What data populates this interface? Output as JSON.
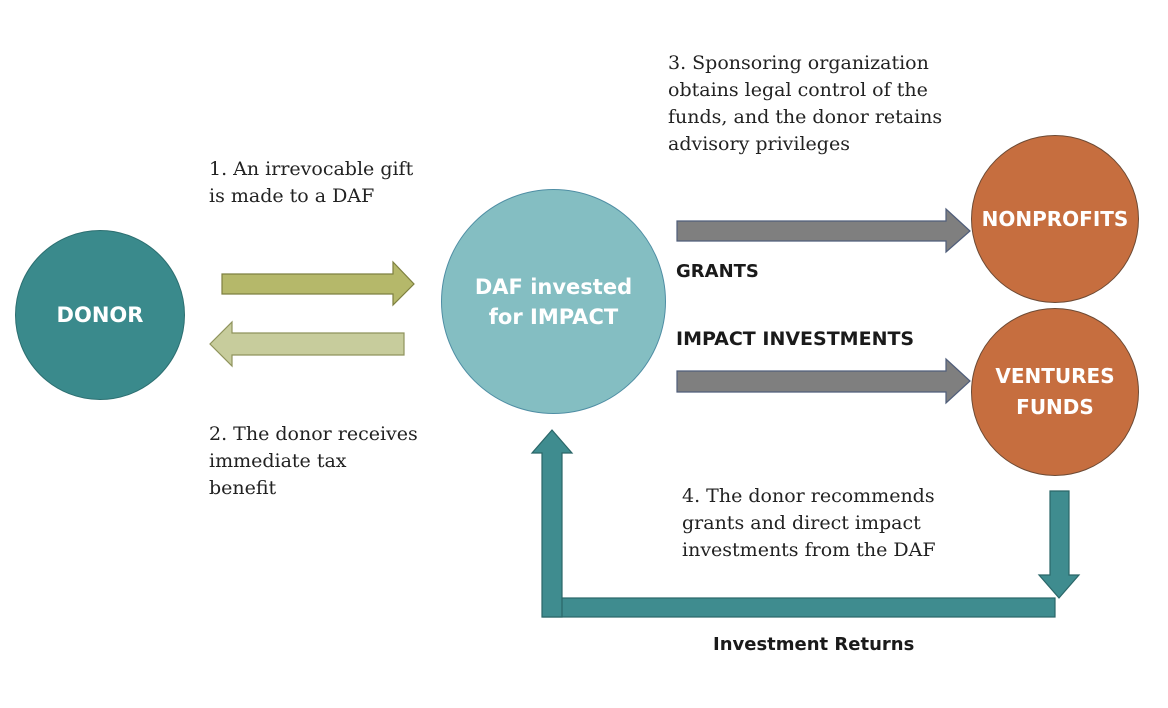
{
  "nodes": {
    "donor": "DONOR",
    "daf_line1": "DAF invested",
    "daf_line2": "for IMPACT",
    "nonprofits": "NONPROFITS",
    "ventures_line1": "VENTURES",
    "ventures_line2": "FUNDS"
  },
  "steps": {
    "step1": "1. An irrevocable gift\nis made to a DAF",
    "step2": "2. The donor receives\nimmediate tax\nbenefit",
    "step3": "3. Sponsoring organization\nobtains legal control of the\nfunds, and the donor retains\nadvisory privileges",
    "step4": "4. The donor recommends\ngrants and direct impact\ninvestments from the DAF"
  },
  "labels": {
    "grants": "GRANTS",
    "impact_investments": "IMPACT INVESTMENTS",
    "investment_returns": "Investment Returns"
  },
  "colors": {
    "donor": "#3a8a8c",
    "daf": "#84bec2",
    "nonprofit_orange": "#c66e3f",
    "gift_arrow": "#b5b86a",
    "benefit_arrow": "#c7cc9c",
    "grant_arrow": "#7f7f7f",
    "return_arrow": "#3f8c8f"
  }
}
